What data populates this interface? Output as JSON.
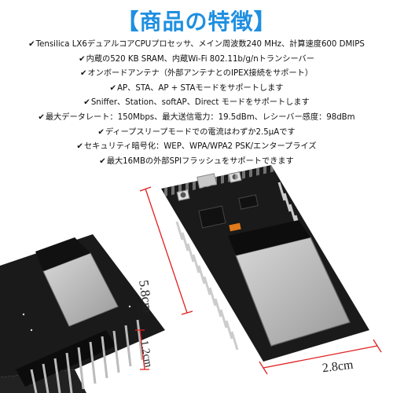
{
  "title": "【商品の特徴】",
  "features": [
    "Tensilica LX6デュアルコアCPUプロセッサ、メイン周波数240 MHz、計算速度600 DMIPS",
    "内蔵の520 KB SRAM、内蔵Wi-Fi 802.11b/g/nトランシーバー",
    "オンボードアンテナ（外部アンテナとのIPEX接続をサポート）",
    "AP、STA、AP + STAモードをサポートします",
    "Sniffer、Station、softAP、Direct モードをサポートします",
    "最大データレート：150Mbps、最大送信電力：19.5dBm、レシーバー感度：98dBm",
    "ディープスリープモードでの電流はわずか2.5μAです",
    "セキュリティ暗号化：WEP、WPA/WPA2 PSK/エンタープライズ",
    "最大16MBの外部SPIフラッシュをサポートできます"
  ],
  "check_mark": "✔",
  "dimensions": {
    "length": "5.8cm",
    "width": "2.8cm",
    "height": "1.2cm"
  },
  "colors": {
    "title": "#1f8fe0",
    "board": "#1a1a1a",
    "dimension_line": "#e02020",
    "module_shield": "#b8b8b8"
  }
}
